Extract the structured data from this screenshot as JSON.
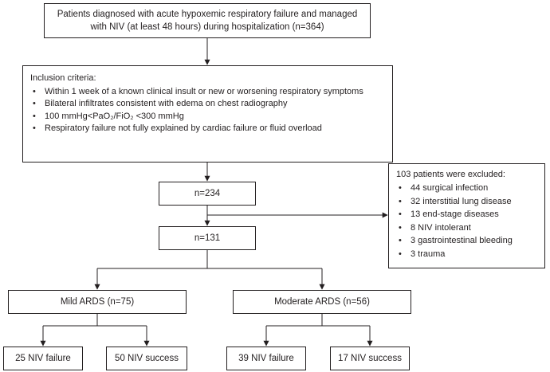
{
  "flow": {
    "patients_box": "Patients diagnosed with acute hypoxemic respiratory failure and managed with NIV (at least 48 hours) during hospitalization (n=364)",
    "inclusion": {
      "title": "Inclusion criteria:",
      "items": [
        "Within 1 week of a known clinical insult or new or worsening respiratory symptoms",
        "Bilateral infiltrates consistent with edema on chest radiography",
        "100 mmHg<PaO₂/FiO₂ <300 mmHg",
        "Respiratory failure not fully explained by cardiac failure or fluid overload"
      ]
    },
    "n234": "n=234",
    "exclusion": {
      "title": "103 patients were excluded:",
      "items": [
        "44 surgical infection",
        "32 interstitial lung disease",
        "13 end-stage diseases",
        "8 NIV intolerant",
        "3 gastrointestinal bleeding",
        "3 trauma"
      ]
    },
    "n131": "n=131",
    "mild": "Mild ARDS (n=75)",
    "moderate": "Moderate ARDS (n=56)",
    "mild_failure": "25 NIV failure",
    "mild_success": "50 NIV success",
    "moderate_failure": "39 NIV failure",
    "moderate_success": "17 NIV success"
  }
}
